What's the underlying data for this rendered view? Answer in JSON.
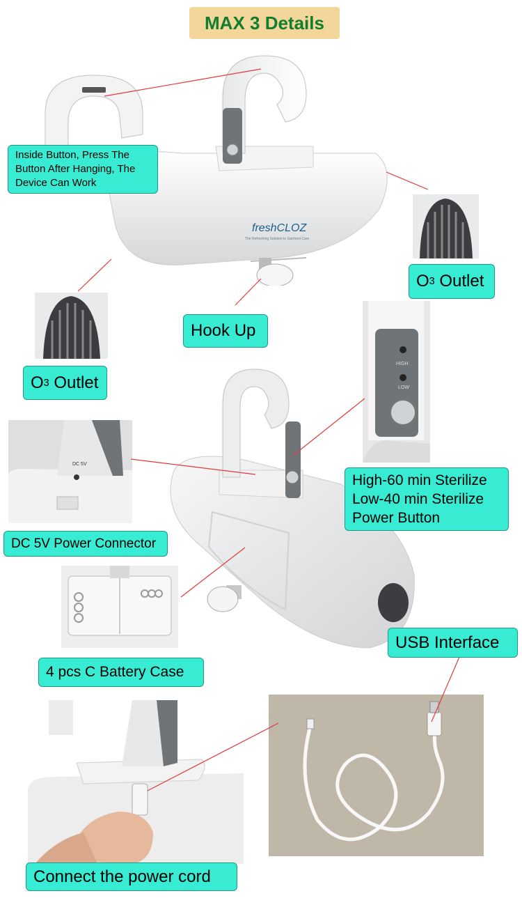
{
  "title": "MAX 3 Details",
  "brand": {
    "logo_text": "freshCLOZ",
    "tagline": "The Refreshing Solution to Garment Care"
  },
  "device_marks": {
    "high": "HIGH",
    "low": "LOW",
    "dc": "DC 5V"
  },
  "labels": {
    "inside_button": [
      "Inside Button, Press The",
      "Button After Hanging, The",
      "Device Can Work"
    ],
    "o3_outlet_right": {
      "prefix": "O",
      "sub": "3",
      "suffix": " Outlet"
    },
    "o3_outlet_left": {
      "prefix": "O",
      "sub": "3",
      "suffix": " Outlet"
    },
    "hook_up": "Hook Up",
    "sterilize": [
      "High-60 min Sterilize",
      "Low-40 min Sterilize",
      "Power Button"
    ],
    "dc_connector": "DC 5V Power Connector",
    "battery_case": "4 pcs C Battery Case",
    "usb_interface": "USB Interface",
    "connect_cord": "Connect the power cord"
  },
  "colors": {
    "label_bg": "#37ecd2",
    "title_bg": "#f3d79a",
    "title_text": "#127d2e",
    "pointer": "#e23a3a",
    "device_white": "#f2f2f2",
    "device_gray": "#6f7478"
  }
}
